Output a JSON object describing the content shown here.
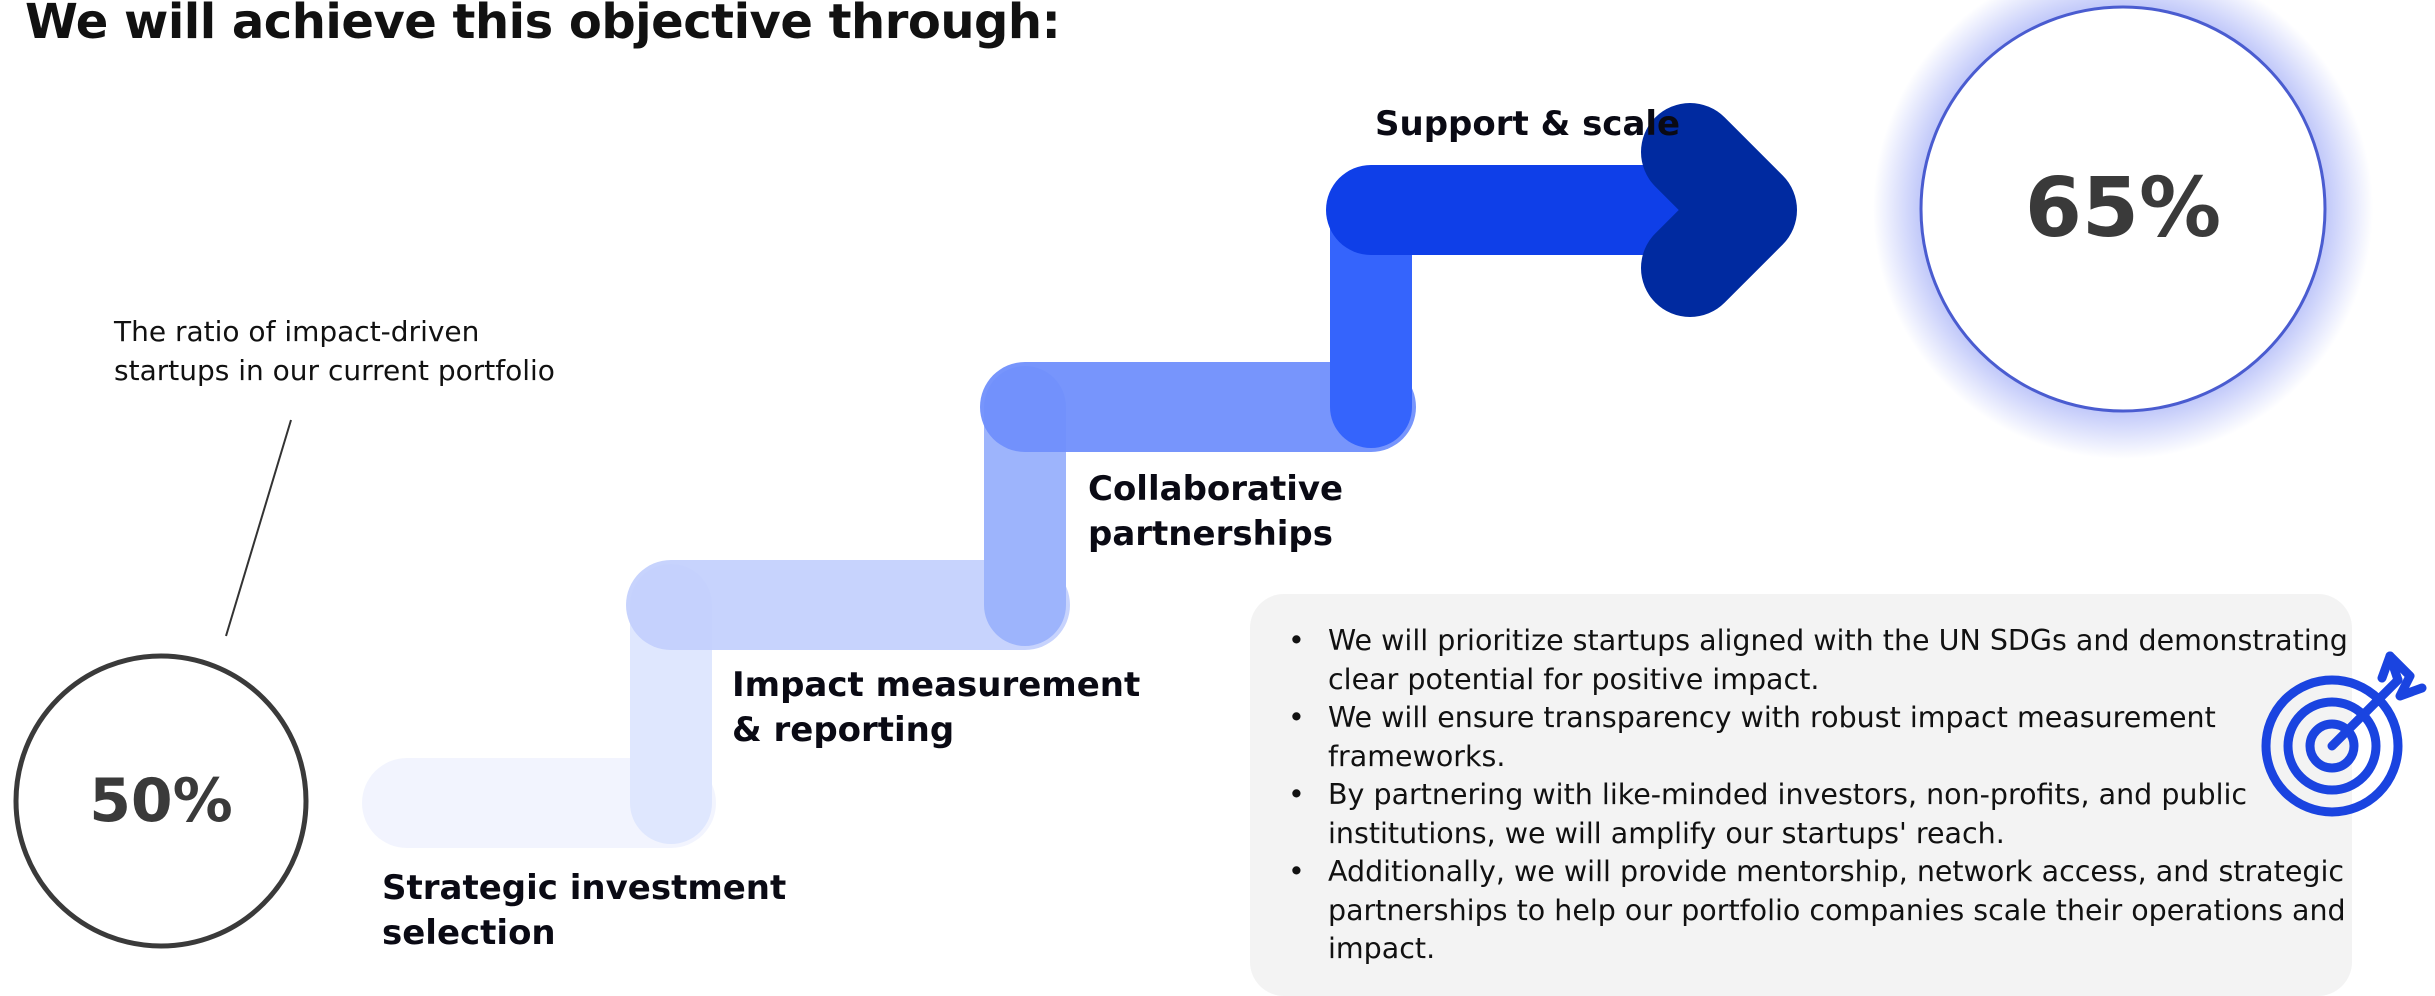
{
  "heading": "We will achieve this objective through:",
  "current_stat": {
    "description_lines": [
      "The ratio of impact-driven",
      "startups in our current portfolio"
    ],
    "value": "50%"
  },
  "target_stat": {
    "value": "65%"
  },
  "steps": [
    {
      "label_lines": [
        "Strategic investment",
        "selection"
      ]
    },
    {
      "label_lines": [
        "Impact measurement",
        "& reporting"
      ]
    },
    {
      "label_lines": [
        "Collaborative",
        "partnerships"
      ]
    },
    {
      "label_lines": [
        "Support & scale"
      ]
    }
  ],
  "bullets": [
    {
      "lines": [
        "We will prioritize startups aligned with the UN SDGs and demonstrating",
        "clear potential for positive impact."
      ]
    },
    {
      "lines": [
        "We will ensure transparency with robust impact measurement",
        "frameworks."
      ]
    },
    {
      "lines": [
        "By partnering with like-minded investors, non-profits, and public",
        "institutions, we will amplify our startups' reach."
      ]
    },
    {
      "lines": [
        "Additionally, we will provide mentorship, network access, and strategic",
        "partnerships to help our portfolio companies scale their operations and",
        "impact."
      ]
    }
  ],
  "bullet_symbol": "•",
  "colors": {
    "step1": "#f1f4fe",
    "step2": "#c3d0fd",
    "step3": "#7090fc",
    "step4": "#0f3fe8",
    "arrow_head": "#002aa0",
    "accent": "#1a44e0",
    "circle_stroke_dark": "#3a3a3a",
    "info_box": "#f3f3f3"
  },
  "icons": [
    "target-icon"
  ]
}
